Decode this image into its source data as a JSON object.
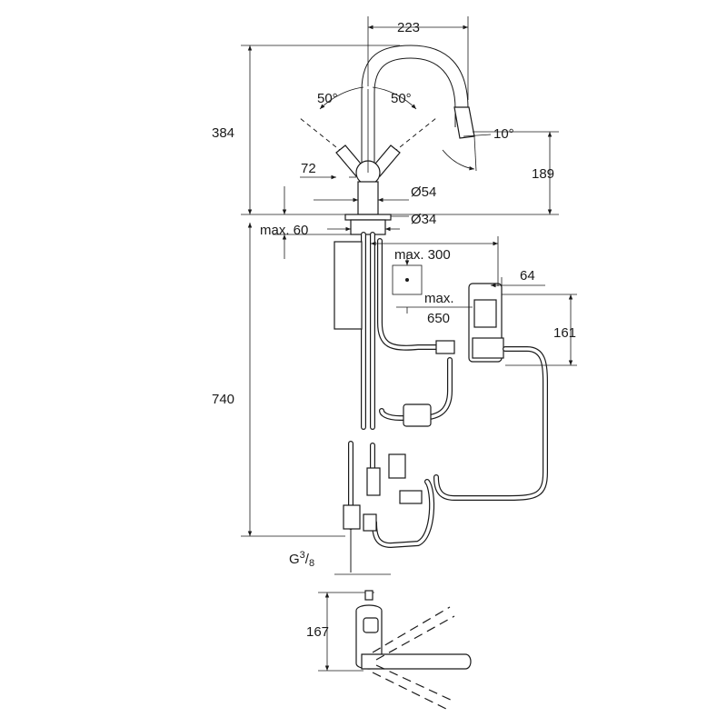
{
  "dimensions": {
    "spout_reach": "223",
    "total_height": "384",
    "angle_left": "50°",
    "angle_right": "50°",
    "spray_angle": "10°",
    "outlet_height": "189",
    "lever_length": "72",
    "body_diameter": "Ø54",
    "hole_diameter": "Ø34",
    "max_deck_thickness": "max. 60",
    "box_max_distance": "max. 300",
    "box_depth": "64",
    "box_max_height_line1": "max.",
    "box_max_height_line2": "650",
    "box_height": "161",
    "under_counter_length": "740",
    "connection_prefix": "G",
    "connection_num": "3",
    "connection_den": "8",
    "plan_depth": "167"
  }
}
